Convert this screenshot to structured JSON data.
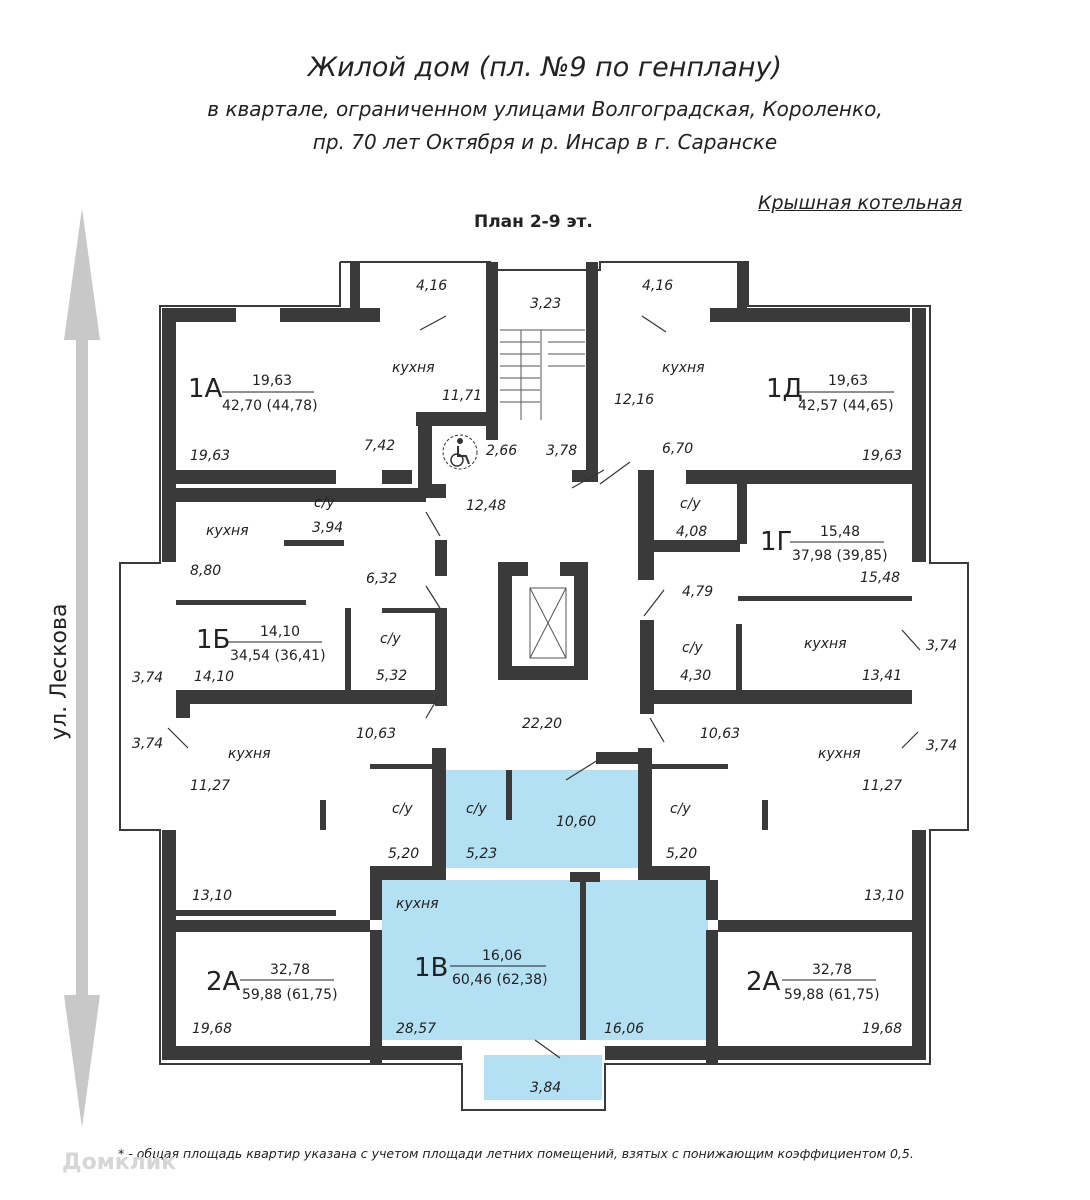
{
  "header": {
    "title": "Жилой дом (пл. №9 по генплану)",
    "subtitle_line1": "в квартале, ограниченном улицами Волгоградская, Короленко,",
    "subtitle_line2": "пр. 70 лет Октября и р. Инсар в г. Саранске",
    "plan_title": "План 2-9 эт.",
    "roof_label": "Крышная котельная"
  },
  "street": "ул. Лескова",
  "footnote": "* - общая площадь квартир указана с учетом площади летних помещений, взятых с понижающим коэффициентом 0,5.",
  "watermark": "Домклик",
  "colors": {
    "highlight": "#b3e0f2",
    "wall": "#3a3a3a",
    "arrow": "#c8c8c8"
  },
  "apartments": {
    "a1A": {
      "id": "1А",
      "living": "19,63",
      "total": "42,70 (44,78)"
    },
    "a1D": {
      "id": "1Д",
      "living": "19,63",
      "total": "42,57 (44,65)"
    },
    "a1B": {
      "id": "1Б",
      "living": "14,10",
      "total": "34,54 (36,41)"
    },
    "a1G": {
      "id": "1Г",
      "living": "15,48",
      "total": "37,98 (39,85)"
    },
    "a1V": {
      "id": "1В",
      "living": "16,06",
      "total": "60,46 (62,38)"
    },
    "a2A_left": {
      "id": "2А",
      "living": "32,78",
      "total": "59,88 (61,75)"
    },
    "a2A_right": {
      "id": "2А",
      "living": "32,78",
      "total": "59,88 (61,75)"
    }
  },
  "labels": {
    "kitchen": "кухня",
    "bathroom": "с/у"
  },
  "areas": {
    "balcony_1A": "4,16",
    "balcony_1D": "4,16",
    "stair": "3,23",
    "kitchen_1A": "11,71",
    "kitchen_1D": "12,16",
    "hall_1A": "7,42",
    "wc_access": "2,66",
    "vest": "3,78",
    "hall_1D": "6,70",
    "room_1A": "19,63",
    "room_1D": "19,63",
    "lobby_top": "12,48",
    "bath_1B_top": "3,94",
    "bath_1G_top": "4,08",
    "kitchen_1B": "8,80",
    "hall_1B": "6,32",
    "hall_1G": "4,79",
    "room_1G": "15,48",
    "bath_1B": "5,32",
    "bath_1G": "4,30",
    "kitchen_1G": "13,41",
    "balcony_left_1": "3,74",
    "balcony_right_1": "3,74",
    "room_1B": "14,10",
    "corridor": "22,20",
    "balcony_left_2": "3,74",
    "balcony_right_2": "3,74",
    "hall_2A_left": "10,63",
    "hall_2A_right": "10,63",
    "kitchen_2A_left": "11,27",
    "kitchen_2A_right": "11,27",
    "bath_1V": "5,23",
    "hall_1V": "10,60",
    "bath_2A_left": "5,20",
    "bath_2A_right": "5,20",
    "room_2A_left_top": "13,10",
    "room_2A_right_top": "13,10",
    "kitchen_1V_area": "28,57",
    "room_1V": "16,06",
    "room_2A_left": "19,68",
    "room_2A_right": "19,68",
    "balcony_1V": "3,84"
  }
}
